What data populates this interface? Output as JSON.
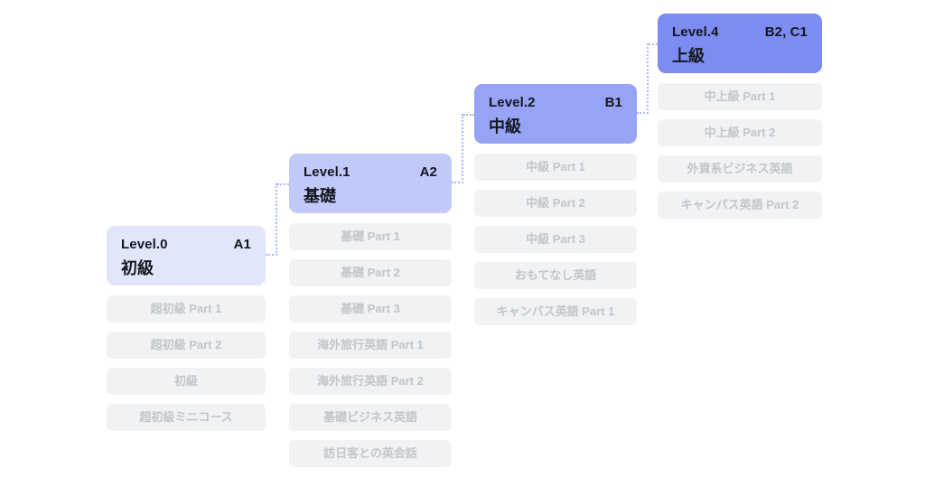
{
  "colors": {
    "background": "#ffffff",
    "connector": "#aeb8f7",
    "item_background": "#f1f2f4",
    "item_text": "#c2c5cb",
    "header_text": "#14171f"
  },
  "levels": [
    {
      "id": "level-0",
      "label": "Level.0",
      "cefr": "A1",
      "title": "初級",
      "header_bg": "#e1e6fb",
      "items": [
        "超初級 Part 1",
        "超初級 Part 2",
        "初級",
        "超初級ミニコース"
      ]
    },
    {
      "id": "level-1",
      "label": "Level.1",
      "cefr": "A2",
      "title": "基礎",
      "header_bg": "#c0c9f8",
      "items": [
        "基礎 Part 1",
        "基礎 Part 2",
        "基礎 Part 3",
        "海外旅行英語 Part 1",
        "海外旅行英語 Part 2",
        "基礎ビジネス英語",
        "訪日客との英会話"
      ]
    },
    {
      "id": "level-2",
      "label": "Level.2",
      "cefr": "B1",
      "title": "中級",
      "header_bg": "#97a3f5",
      "items": [
        "中級 Part 1",
        "中級 Part 2",
        "中級 Part 3",
        "おもてなし英語",
        "キャンパス英語 Part 1"
      ]
    },
    {
      "id": "level-4",
      "label": "Level.4",
      "cefr": "B2, C1",
      "title": "上級",
      "header_bg": "#7d8cf3",
      "items": [
        "中上級 Part 1",
        "中上級 Part 2",
        "外資系ビジネス英語",
        "キャンパス英語 Part 2"
      ]
    }
  ]
}
